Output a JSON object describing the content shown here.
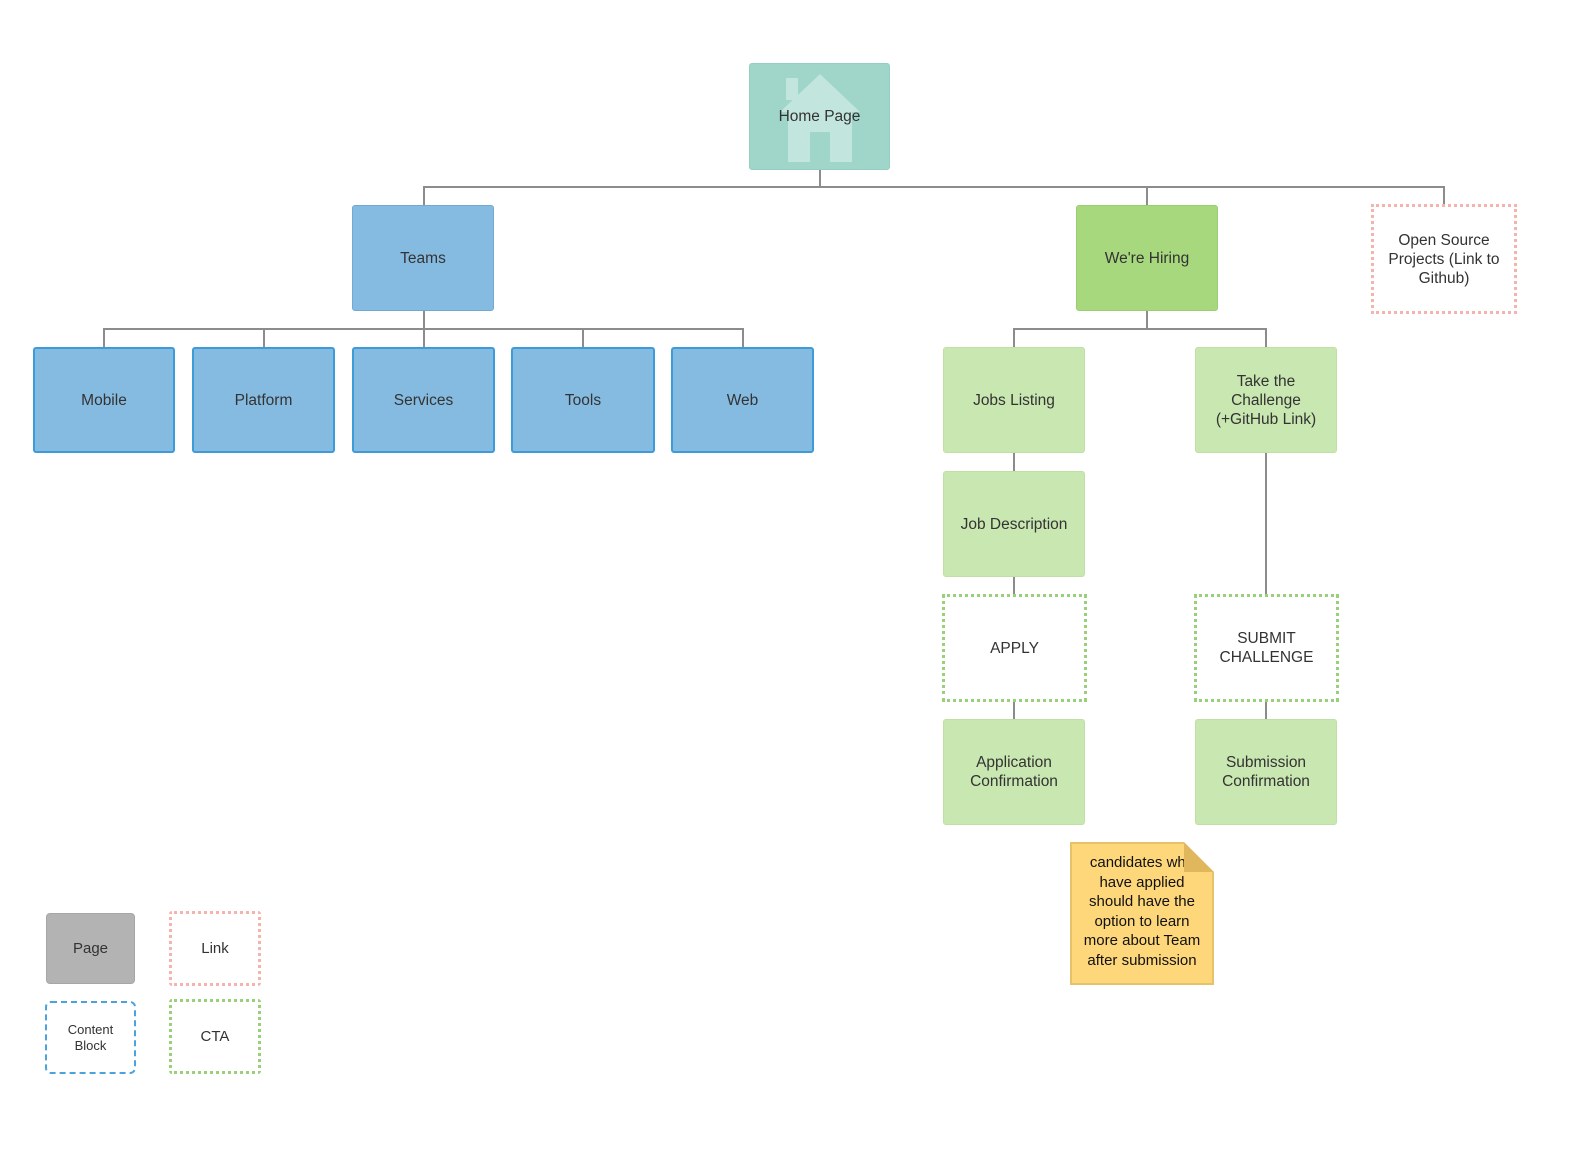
{
  "diagram": {
    "home": {
      "label": "Home Page",
      "icon": "house-icon"
    },
    "teams": {
      "label": "Teams",
      "children": [
        "Mobile",
        "Platform",
        "Services",
        "Tools",
        "Web"
      ]
    },
    "hiring": {
      "label": "We're Hiring",
      "jobs_listing": "Jobs Listing",
      "job_description": "Job Description",
      "apply": "APPLY",
      "application_confirmation": "Application\nConfirmation",
      "challenge": "Take the\nChallenge\n(+GitHub Link)",
      "submit_challenge": "SUBMIT\nCHALLENGE",
      "submission_confirmation": "Submission\nConfirmation"
    },
    "open_source": {
      "label": "Open Source\nProjects (Link to\nGithub)"
    },
    "note": {
      "text": "candidates who\nhave applied\nshould have the\noption to learn\nmore about Team\nafter submission"
    }
  },
  "legend": {
    "page": "Page",
    "link": "Link",
    "content_block": "Content\nBlock",
    "cta": "CTA"
  },
  "colors": {
    "home": "#9fd6c9",
    "teams": "#86bbe1",
    "hiring": "#a7d87e",
    "hiring_light": "#c9e7b1",
    "note": "#fed77b",
    "cta_border": "#9bd07a",
    "link_border": "#f4b3ad",
    "content_block_border": "#4aa3dd",
    "page_legend": "#b3b3b3",
    "connector": "#8c8c8c"
  }
}
